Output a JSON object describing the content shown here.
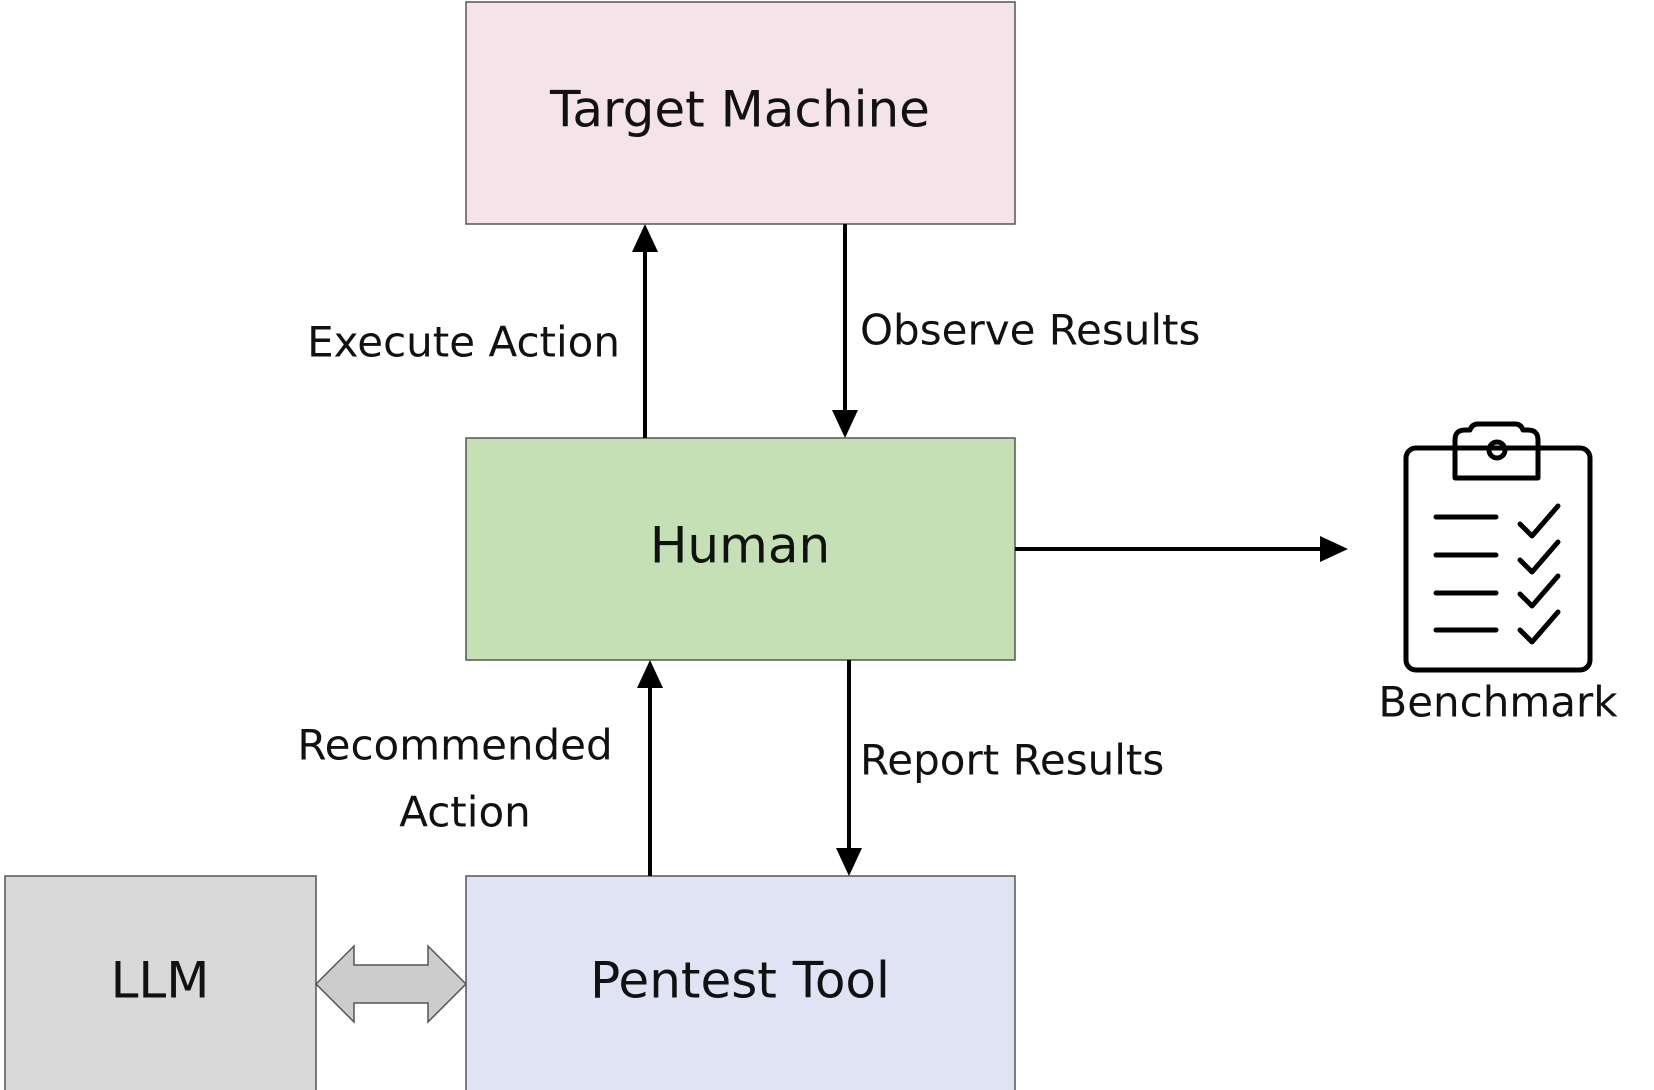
{
  "nodes": {
    "target_machine": {
      "label": "Target Machine",
      "fill": "#f4e4ea"
    },
    "human": {
      "label": "Human",
      "fill": "#c5e0b4"
    },
    "pentest_tool": {
      "label": "Pentest Tool",
      "fill": "#e0e3f4"
    },
    "llm": {
      "label": "LLM",
      "fill": "#d9d9d9"
    }
  },
  "edges": {
    "execute_action": {
      "label": "Execute Action"
    },
    "observe_results": {
      "label": "Observe Results"
    },
    "recommended_action": {
      "line1": "Recommended",
      "line2": "Action"
    },
    "report_results": {
      "label": "Report Results"
    }
  },
  "benchmark": {
    "label": "Benchmark",
    "icon": "clipboard-checklist-icon"
  },
  "colors": {
    "stroke": "#555555",
    "arrow": "#000000",
    "double_arrow_fill": "#cccccc"
  }
}
